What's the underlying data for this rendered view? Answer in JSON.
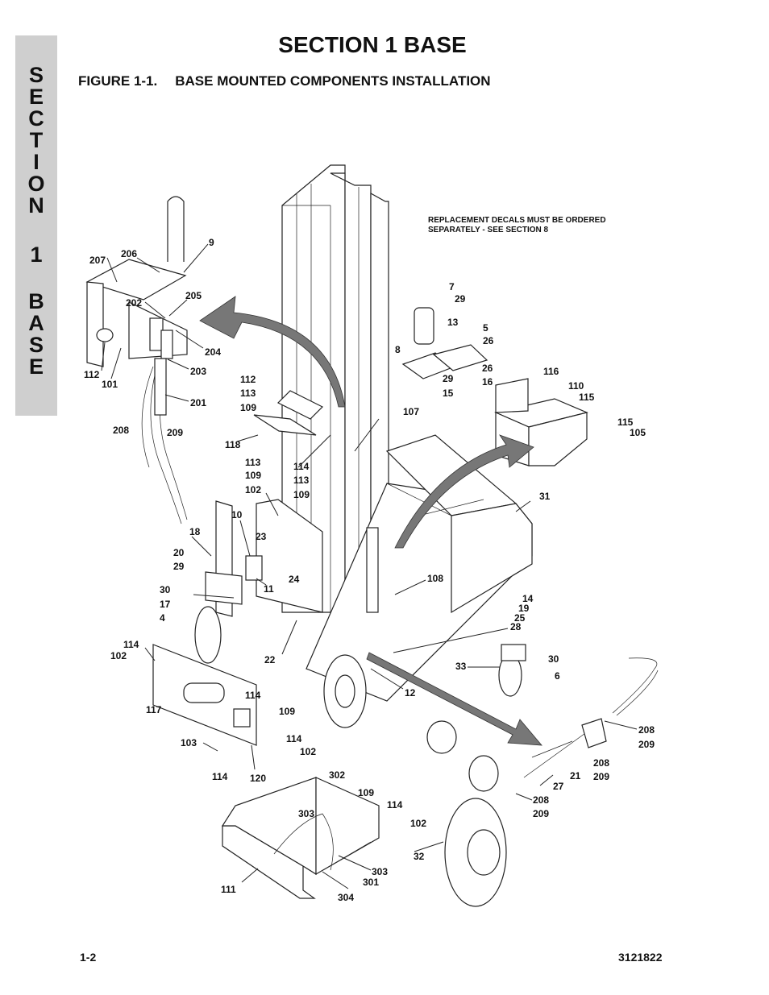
{
  "side_tab": {
    "letters": [
      "S",
      "E",
      "C",
      "T",
      "I",
      "O",
      "N",
      "",
      "1",
      "",
      "B",
      "A",
      "S",
      "E"
    ]
  },
  "header": {
    "section_title": "SECTION 1  BASE",
    "figure_number": "FIGURE 1-1.",
    "figure_caption": "BASE MOUNTED COMPONENTS INSTALLATION"
  },
  "note": {
    "line1": "REPLACEMENT DECALS MUST BE ORDERED",
    "line2": "SEPARATELY - SEE SECTION 8"
  },
  "callouts": [
    "207",
    "206",
    "9",
    "202",
    "205",
    "204",
    "203",
    "201",
    "112",
    "101",
    "208",
    "209",
    "7",
    "29",
    "13",
    "5",
    "26",
    "8",
    "26",
    "16",
    "29",
    "15",
    "112",
    "113",
    "109",
    "118",
    "107",
    "116",
    "110",
    "115",
    "115",
    "105",
    "113",
    "109",
    "102",
    "114",
    "113",
    "109",
    "10",
    "18",
    "23",
    "20",
    "29",
    "31",
    "24",
    "11",
    "30",
    "17",
    "4",
    "108",
    "14",
    "19",
    "25",
    "28",
    "114",
    "102",
    "22",
    "33",
    "30",
    "6",
    "12",
    "117",
    "114",
    "109",
    "114",
    "102",
    "103",
    "114",
    "120",
    "208",
    "209",
    "208",
    "209",
    "21",
    "27",
    "208",
    "209",
    "302",
    "109",
    "114",
    "303",
    "102",
    "32",
    "111",
    "303",
    "301",
    "304"
  ],
  "footer": {
    "page_number": "1-2",
    "doc_number": "3121822"
  },
  "colors": {
    "side_tab_bg": "#cfcfcf",
    "arrow": "#777777"
  }
}
